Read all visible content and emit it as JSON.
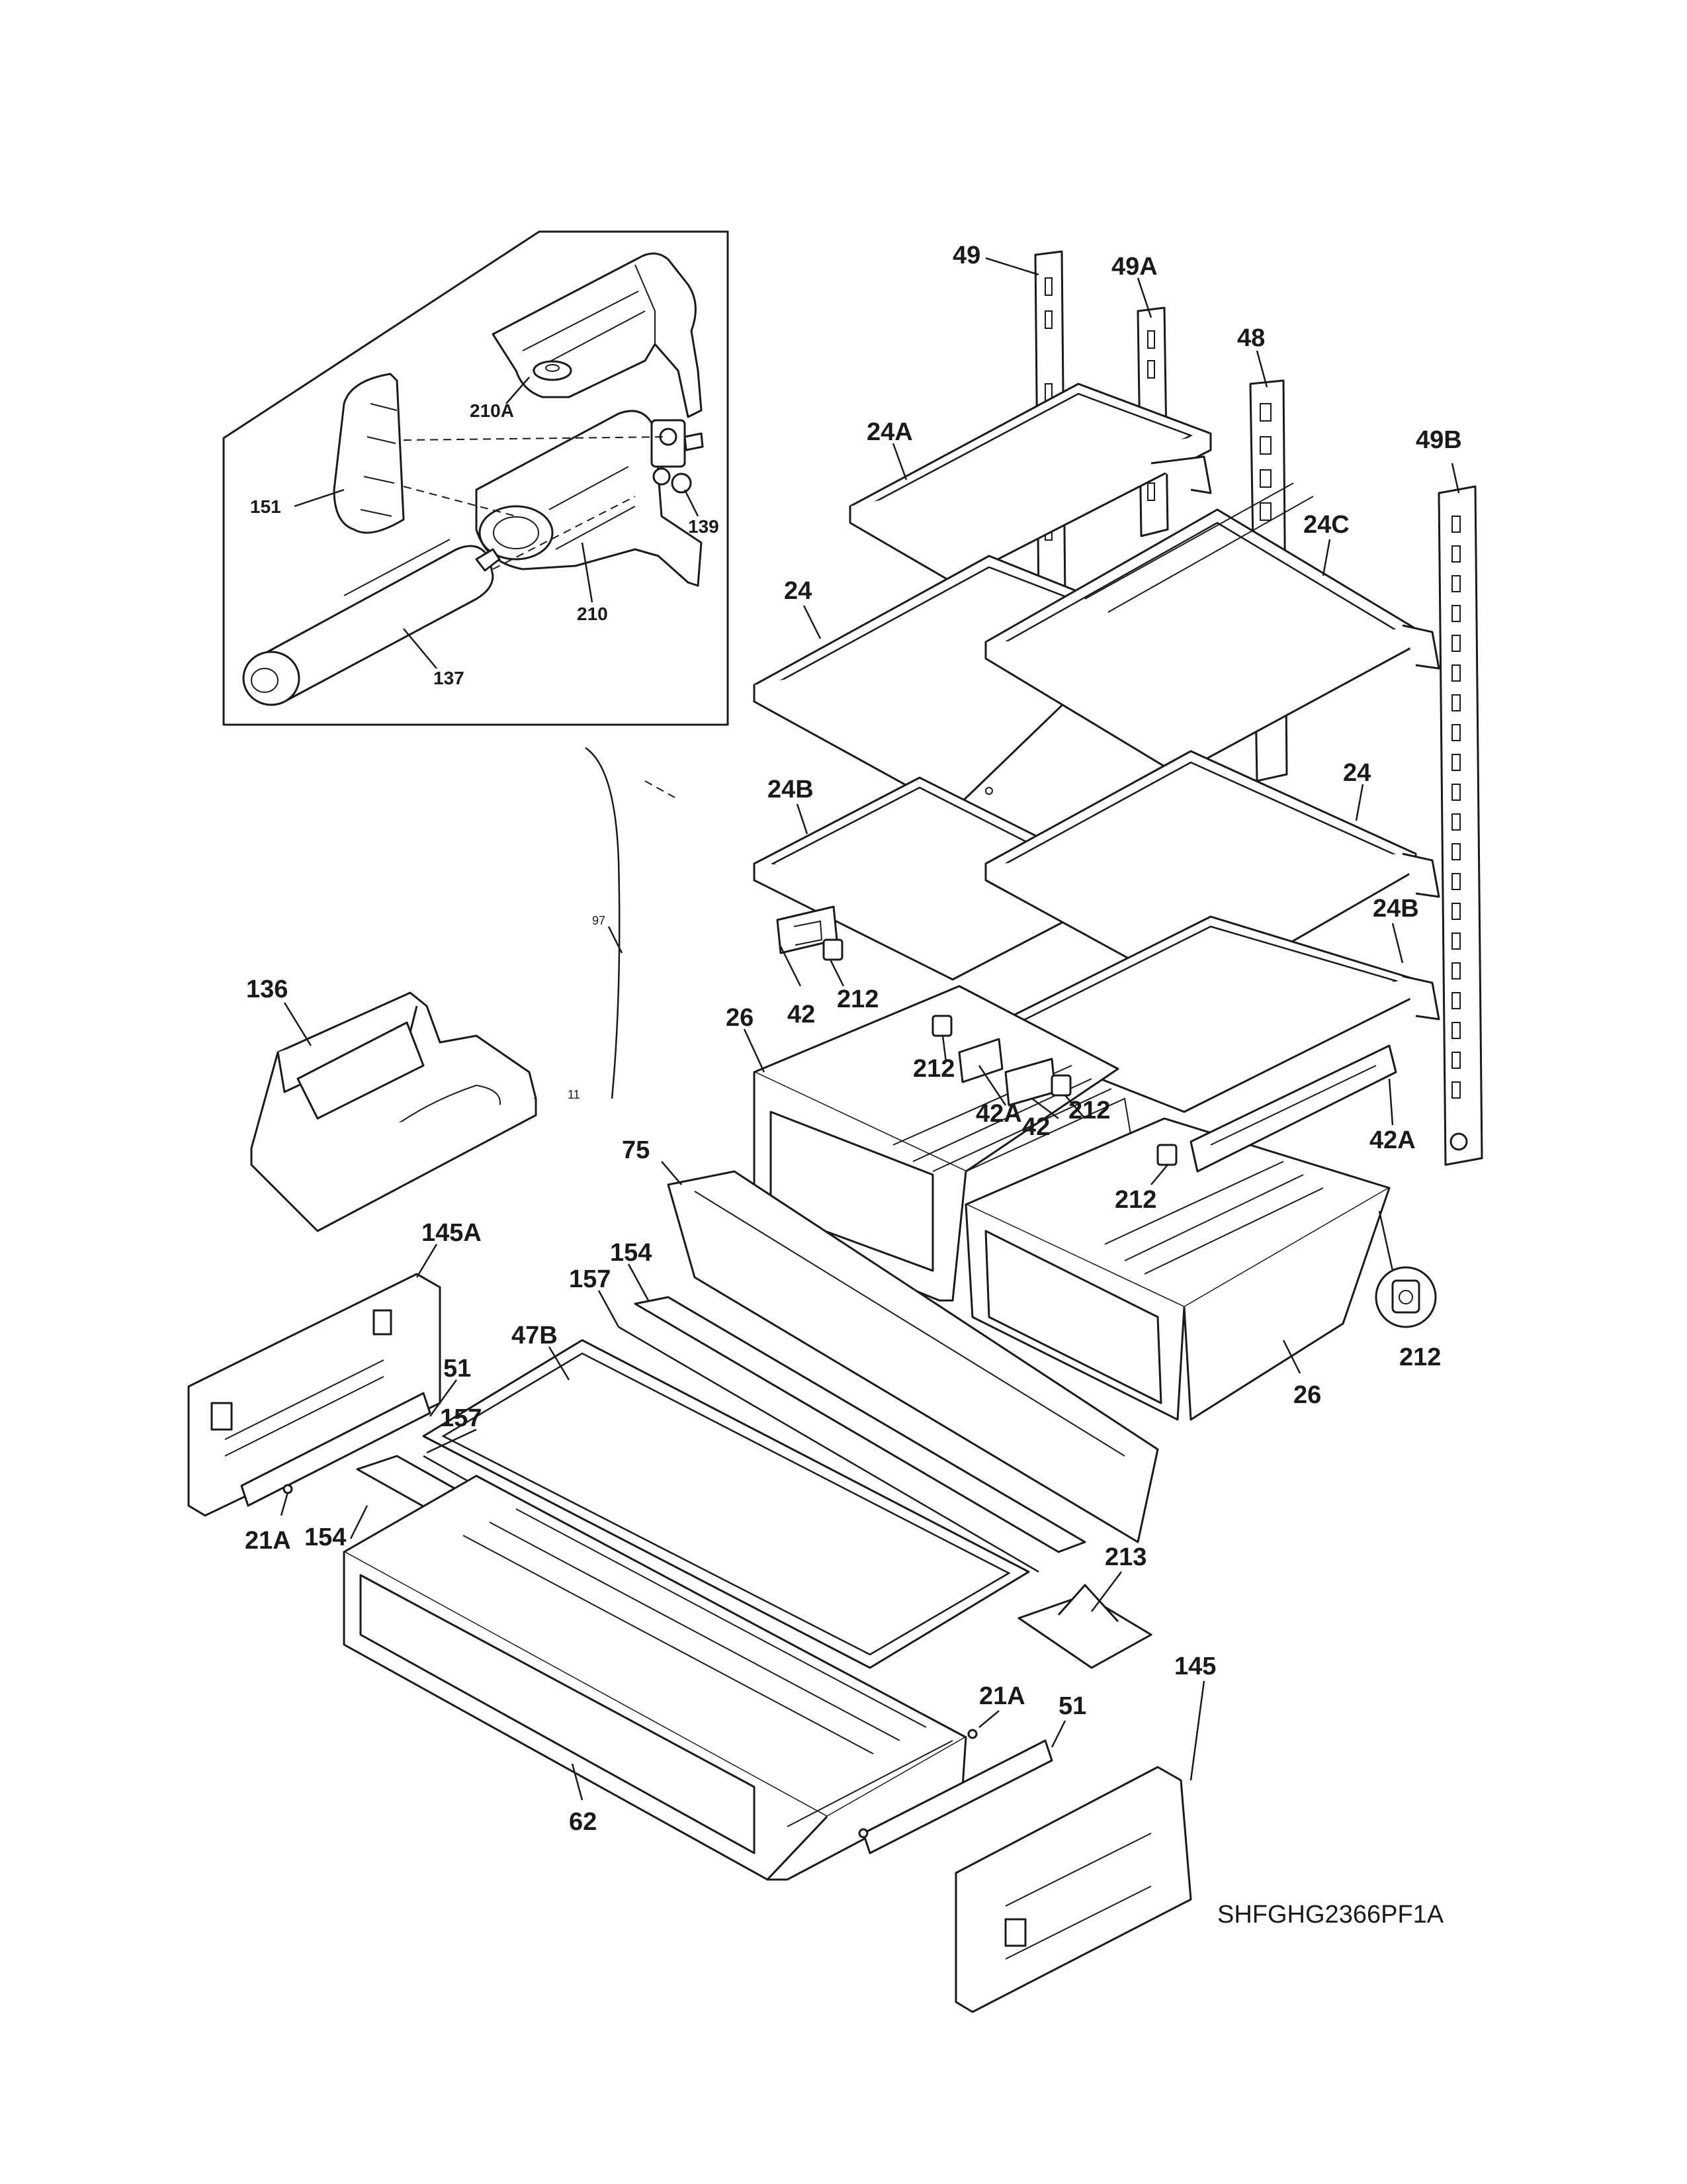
{
  "diagram_code": "SHFGHG2366PF1A",
  "labels": {
    "l151": "151",
    "l210A": "210A",
    "l139": "139",
    "l210": "210",
    "l137": "137",
    "l49": "49",
    "l49A": "49A",
    "l48": "48",
    "l49B": "49B",
    "l24A": "24A",
    "l24C": "24C",
    "l24_top": "24",
    "l24_mid": "24",
    "l24B_left": "24B",
    "l24B_right": "24B",
    "l97": "97",
    "l11": "11",
    "l136": "136",
    "l42_left": "42",
    "l212_a": "212",
    "l26_left": "26",
    "l212_b": "212",
    "l42A_mid": "42A",
    "l42_mid": "42",
    "l212_c": "212",
    "l42A_right": "42A",
    "l212_d": "212",
    "l75": "75",
    "l154_top": "154",
    "l157_top": "157",
    "l145A": "145A",
    "l47B": "47B",
    "l51_left": "51",
    "l157_mid": "157",
    "l21A_left": "21A",
    "l154_bot": "154",
    "l212_e": "212",
    "l26_right": "26",
    "l213": "213",
    "l145": "145",
    "l21A_right": "21A",
    "l51_right": "51",
    "l62": "62"
  }
}
